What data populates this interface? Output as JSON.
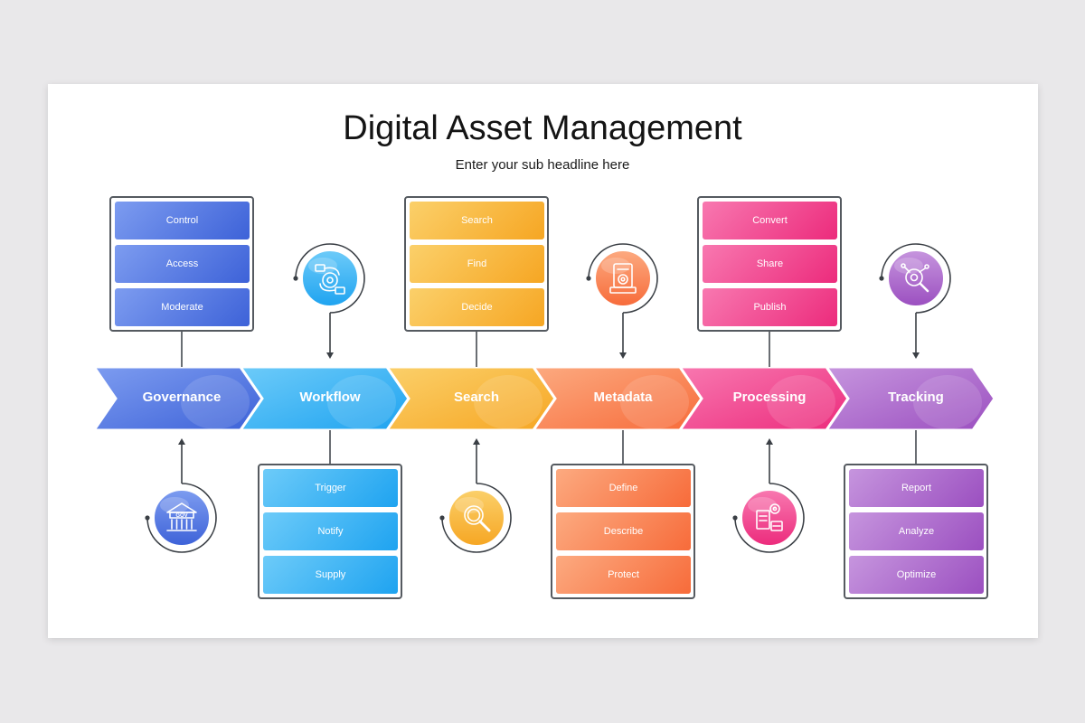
{
  "title": "Digital Asset Management",
  "subtitle": "Enter your sub headline here",
  "stages": [
    {
      "label": "Governance",
      "color": "#3d62d8",
      "light": "#7d9cf0",
      "icon": "government-building-icon",
      "icon_text": "GOV",
      "items": [
        "Control",
        "Access",
        "Moderate"
      ],
      "panel_position": "top"
    },
    {
      "label": "Workflow",
      "color": "#1ea3f0",
      "light": "#6dcbf9",
      "icon": "workflow-cycle-icon",
      "items": [
        "Trigger",
        "Notify",
        "Supply"
      ],
      "panel_position": "bottom"
    },
    {
      "label": "Search",
      "color": "#f6a623",
      "light": "#fbd06a",
      "icon": "magnifier-icon",
      "items": [
        "Search",
        "Find",
        "Decide"
      ],
      "panel_position": "top"
    },
    {
      "label": "Metadata",
      "color": "#f76b3a",
      "light": "#fcaa80",
      "icon": "metadata-document-icon",
      "items": [
        "Define",
        "Describe",
        "Protect"
      ],
      "panel_position": "bottom"
    },
    {
      "label": "Processing",
      "color": "#ec2b7c",
      "light": "#f878b0",
      "icon": "processing-gear-icon",
      "items": [
        "Convert",
        "Share",
        "Publish"
      ],
      "panel_position": "top"
    },
    {
      "label": "Tracking",
      "color": "#9b4fc0",
      "light": "#c695de",
      "icon": "tracking-analysis-icon",
      "items": [
        "Report",
        "Analyze",
        "Optimize"
      ],
      "panel_position": "bottom"
    }
  ]
}
